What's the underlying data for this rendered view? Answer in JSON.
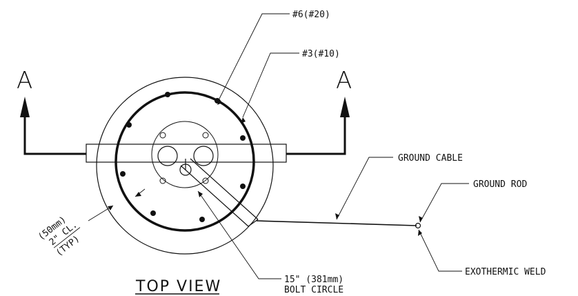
{
  "section_marks": {
    "left": "A",
    "right": "A"
  },
  "labels": {
    "bar_large": "#6(#20)",
    "bar_small": "#3(#10)",
    "ground_cable": "GROUND CABLE",
    "ground_rod": "GROUND ROD",
    "exothermic_weld": "EXOTHERMIC WELD",
    "clearance_line1": "(50mm)",
    "clearance_line2": "2\" CL.",
    "clearance_line3": "(TYP)",
    "bolt_circle_line1": "15\" (381mm)",
    "bolt_circle_line2": "BOLT CIRCLE"
  },
  "view_title": "TOP VIEW"
}
